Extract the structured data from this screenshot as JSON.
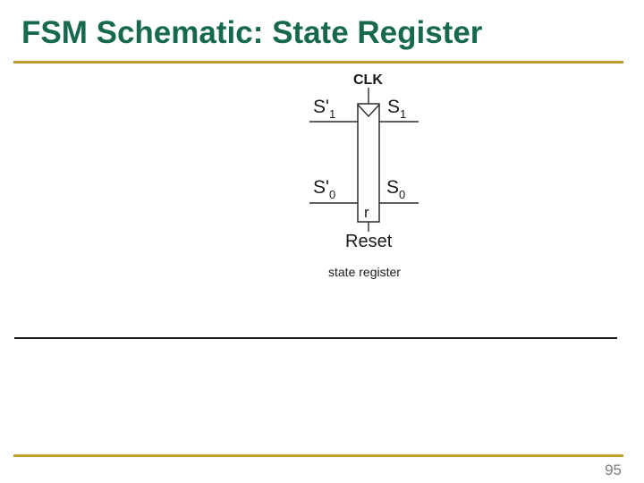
{
  "slide": {
    "title": "FSM Schematic: State Register",
    "page_number": "95"
  },
  "colors": {
    "title_green": "#17694E",
    "gold_rule": "#B89B32",
    "mid_rule": "#1A1A1A",
    "page_number_gray": "#7D7D7D",
    "schematic_ink": "#2B2B2B"
  },
  "schematic": {
    "clk_label": "CLK",
    "r_label": "r",
    "reset_label": "Reset",
    "caption": "state register",
    "left_labels": [
      {
        "base": "S'",
        "sub": "1"
      },
      {
        "base": "S'",
        "sub": "0"
      }
    ],
    "right_labels": [
      {
        "base": "S",
        "sub": "1"
      },
      {
        "base": "S",
        "sub": "0"
      }
    ]
  }
}
